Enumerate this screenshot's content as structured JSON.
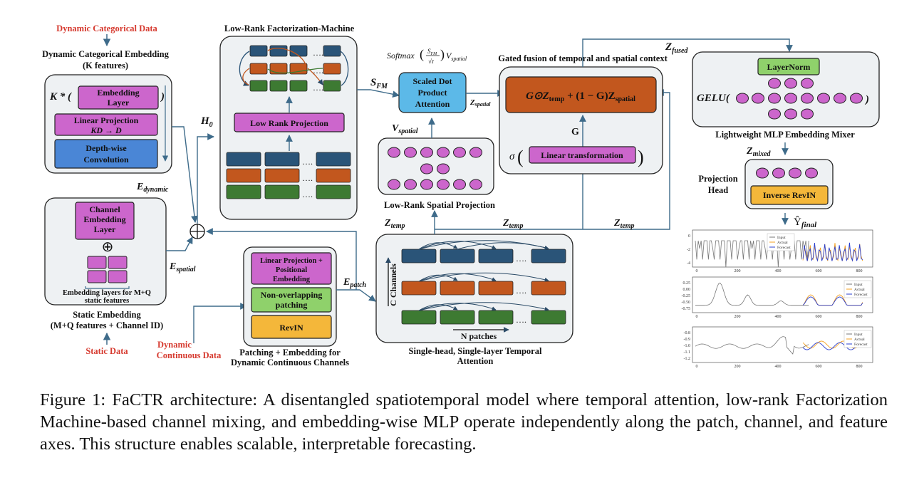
{
  "labels": {
    "dyn_cat_data": "Dynamic Categorical Data",
    "dyn_cat_emb_1": "Dynamic Categorical Embedding",
    "dyn_cat_emb_2": "(K features)",
    "k_mult": "K * (",
    "close_paren": ")",
    "embedding_layer_1": "Embedding",
    "embedding_layer_2": "Layer",
    "linear_proj_1": "Linear Projection",
    "linear_proj_2": "KD → D",
    "depthwise_1": "Depth-wise",
    "depthwise_2": "Convolution",
    "e_dynamic": "E",
    "e_dynamic_sub": "dynamic",
    "channel_emb_1": "Channel",
    "channel_emb_2": "Embedding",
    "channel_emb_3": "Layer",
    "oplus": "⊕",
    "emb_layers_1": "Embedding layers for M+Q",
    "emb_layers_2": "static features",
    "static_emb_1": "Static Embedding",
    "static_emb_2": "(M+Q features + Channel ID)",
    "static_data": "Static Data",
    "e_spatial": "E",
    "e_spatial_sub": "spatial",
    "h0": "H",
    "h0_sub": "0",
    "lrfm_title": "Low-Rank Factorization-Machine",
    "low_rank_proj": "Low Rank Projection",
    "dyn_cont_1": "Dynamic",
    "dyn_cont_2": "Continuous Data",
    "lin_pos_1": "Linear Projection +",
    "lin_pos_2": "Positional",
    "lin_pos_3": "Embedding",
    "non_overlap_1": "Non-overlapping",
    "non_overlap_2": "patching",
    "revin": "RevIN",
    "patching_1": "Patching + Embedding for",
    "patching_2": "Dynamic Continuous Channels",
    "e_patch": "E",
    "e_patch_sub": "patch",
    "softmax": "Softmax",
    "softmax_num": "S",
    "softmax_num_sub": "FM",
    "softmax_den": "√r",
    "softmax_v": "V",
    "softmax_v_sub": "spatial",
    "s_fm": "S",
    "s_fm_sub": "FM",
    "sdpa_1": "Scaled Dot",
    "sdpa_2": "Product",
    "sdpa_3": "Attention",
    "z_spatial": "Z",
    "z_spatial_sub": "spatial",
    "v_spatial": "V",
    "v_spatial_sub": "spatial",
    "lrsp": "Low-Rank Spatial Projection",
    "z_temp": "Z",
    "z_temp_sub": "temp",
    "c_channels": "C Channels",
    "n_patches": "N patches",
    "sh_1": "Single-head, Single-layer Temporal",
    "sh_2": "Attention",
    "gated_title": "Gated fusion of temporal and spatial context",
    "fusion_formula": "G⊙Z",
    "fusion_temp": "temp",
    "fusion_mid": " + (1 − G)Z",
    "fusion_spatial": "spatial",
    "g": "G",
    "sigma": "σ",
    "linear_transformation": "Linear transformation",
    "z_fused": "Z",
    "z_fused_sub": "fused",
    "layernorm": "LayerNorm",
    "gelu": "GELU(",
    "mlp_mixer": "Lightweight MLP Embedding Mixer",
    "z_mixed": "Z",
    "z_mixed_sub": "mixed",
    "proj_head_1": "Projection",
    "proj_head_2": "Head",
    "inverse_revin": "Inverse RevIN",
    "y_final": "Ŷ",
    "y_final_sub": "final"
  },
  "plot_legend": [
    "Input",
    "Actual",
    "Forecast"
  ],
  "plots": [
    {
      "yticks": [
        "0",
        "-2",
        "-4"
      ],
      "xticks": [
        "0",
        "200",
        "400",
        "600",
        "800"
      ]
    },
    {
      "yticks": [
        "0.25",
        "0.00",
        "-0.25",
        "-0.50",
        "-0.75"
      ],
      "xticks": [
        "0",
        "200",
        "400",
        "600",
        "800"
      ]
    },
    {
      "yticks": [
        "-0.8",
        "-0.9",
        "-1.0",
        "-1.1",
        "-1.2"
      ],
      "xticks": [
        "0",
        "200",
        "400",
        "600",
        "800"
      ]
    }
  ],
  "colors": {
    "magenta": "#cc66cc",
    "green": "#8fd16b",
    "blue": "#4a86d6",
    "orange": "#f4b73a",
    "lightblue": "#5cb9e8",
    "rust": "#c2571e",
    "navy": "#2a5478",
    "patch_green": "#3d7a32",
    "panel": "#eef1f3",
    "arrow": "#3e6b8a",
    "red_text": "#d63a2f"
  },
  "caption": "Figure 1: FaCTR architecture: A disentangled spatiotemporal model where temporal attention, low-rank Factorization Machine-based channel mixing, and embedding-wise MLP operate independently along the patch, channel, and feature axes. This structure enables scalable, interpretable forecasting."
}
